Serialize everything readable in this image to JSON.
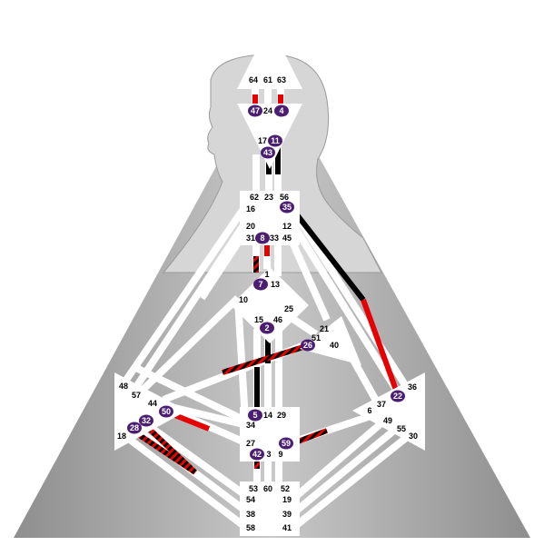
{
  "colors": {
    "background": "#ffffff",
    "triangle": "#a9a9a9",
    "silhouette": "#cfcfcf",
    "channel": "#ffffff",
    "center": "#ffffff",
    "design": "#e60000",
    "personality": "#000000",
    "active_gate": "#4b1e73"
  },
  "gates": [
    {
      "n": "64",
      "active": false
    },
    {
      "n": "61",
      "active": false
    },
    {
      "n": "63",
      "active": false
    },
    {
      "n": "47",
      "active": true
    },
    {
      "n": "24",
      "active": false
    },
    {
      "n": "4",
      "active": true
    },
    {
      "n": "17",
      "active": false
    },
    {
      "n": "11",
      "active": true
    },
    {
      "n": "43",
      "active": true
    },
    {
      "n": "62",
      "active": false
    },
    {
      "n": "23",
      "active": false
    },
    {
      "n": "56",
      "active": false
    },
    {
      "n": "16",
      "active": false
    },
    {
      "n": "35",
      "active": true
    },
    {
      "n": "20",
      "active": false
    },
    {
      "n": "12",
      "active": false
    },
    {
      "n": "31",
      "active": false
    },
    {
      "n": "8",
      "active": true
    },
    {
      "n": "33",
      "active": false
    },
    {
      "n": "45",
      "active": false
    },
    {
      "n": "1",
      "active": false
    },
    {
      "n": "7",
      "active": true
    },
    {
      "n": "13",
      "active": false
    },
    {
      "n": "10",
      "active": false
    },
    {
      "n": "25",
      "active": false
    },
    {
      "n": "15",
      "active": false
    },
    {
      "n": "2",
      "active": true
    },
    {
      "n": "46",
      "active": false
    },
    {
      "n": "21",
      "active": false
    },
    {
      "n": "51",
      "active": false
    },
    {
      "n": "26",
      "active": true
    },
    {
      "n": "40",
      "active": false
    },
    {
      "n": "48",
      "active": false
    },
    {
      "n": "57",
      "active": false
    },
    {
      "n": "44",
      "active": false
    },
    {
      "n": "50",
      "active": true
    },
    {
      "n": "32",
      "active": true
    },
    {
      "n": "28",
      "active": true
    },
    {
      "n": "18",
      "active": false
    },
    {
      "n": "36",
      "active": false
    },
    {
      "n": "22",
      "active": true
    },
    {
      "n": "6",
      "active": false
    },
    {
      "n": "37",
      "active": false
    },
    {
      "n": "49",
      "active": false
    },
    {
      "n": "55",
      "active": false
    },
    {
      "n": "30",
      "active": false
    },
    {
      "n": "5",
      "active": true
    },
    {
      "n": "14",
      "active": false
    },
    {
      "n": "29",
      "active": false
    },
    {
      "n": "34",
      "active": false
    },
    {
      "n": "27",
      "active": false
    },
    {
      "n": "59",
      "active": true
    },
    {
      "n": "42",
      "active": true
    },
    {
      "n": "3",
      "active": false
    },
    {
      "n": "9",
      "active": false
    },
    {
      "n": "53",
      "active": false
    },
    {
      "n": "60",
      "active": false
    },
    {
      "n": "52",
      "active": false
    },
    {
      "n": "54",
      "active": false
    },
    {
      "n": "19",
      "active": false
    },
    {
      "n": "38",
      "active": false
    },
    {
      "n": "39",
      "active": false
    },
    {
      "n": "58",
      "active": false
    },
    {
      "n": "41",
      "active": false
    }
  ]
}
